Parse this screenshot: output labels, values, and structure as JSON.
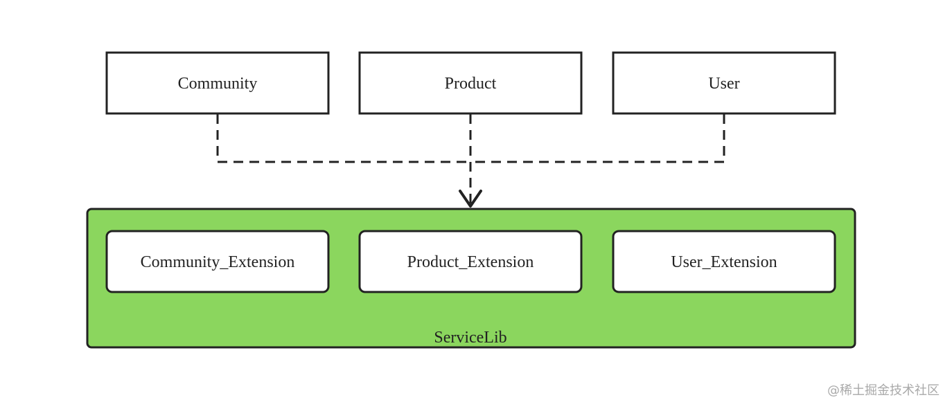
{
  "top_nodes": [
    {
      "label": "Community"
    },
    {
      "label": "Product"
    },
    {
      "label": "User"
    }
  ],
  "container": {
    "label": "ServiceLib",
    "fill_color": "#8bd65e",
    "children": [
      {
        "label": "Community_Extension"
      },
      {
        "label": "Product_Extension"
      },
      {
        "label": "User_Extension"
      }
    ]
  },
  "connector": {
    "style": "dashed",
    "arrow": "open",
    "color": "#222222"
  },
  "watermark": "@稀土掘金技术社区"
}
